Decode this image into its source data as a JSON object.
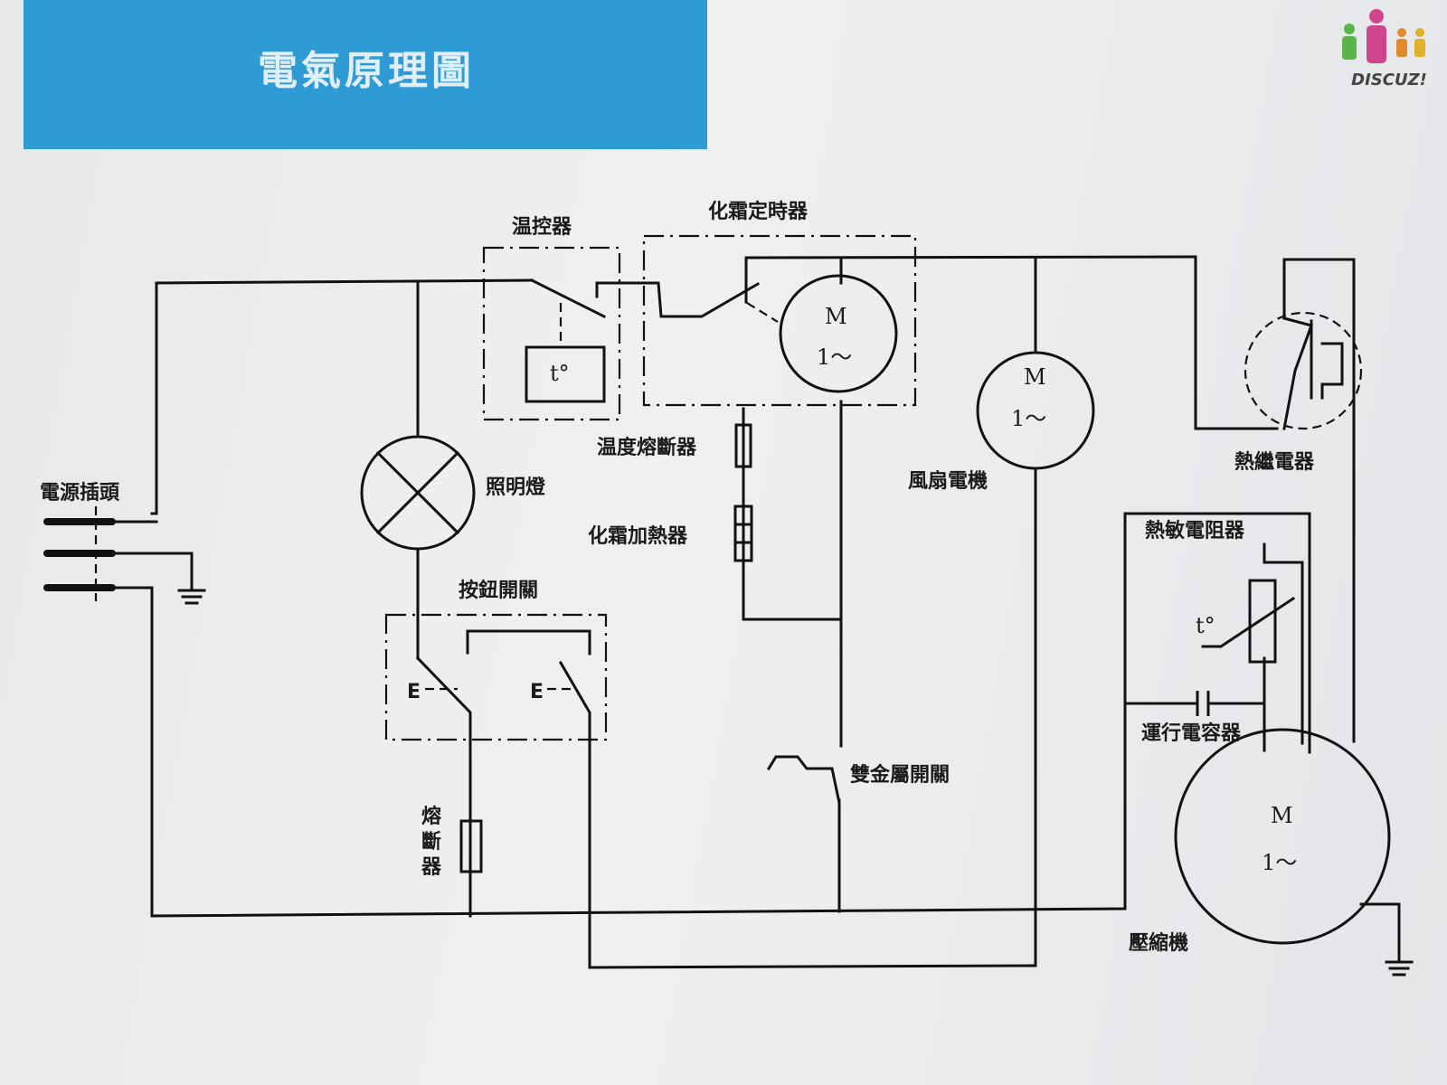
{
  "header": {
    "title": "電氣原理圖"
  },
  "logo": {
    "text": "DISCUZ!"
  },
  "labels": {
    "power_plug": "電源插頭",
    "thermostat": "温控器",
    "defrost_timer": "化霜定時器",
    "lamp": "照明燈",
    "thermal_fuse": "温度熔斷器",
    "defrost_heater": "化霜加熱器",
    "fan_motor": "風扇電機",
    "thermal_relay": "熱繼電器",
    "thermistor": "熱敏電阻器",
    "push_switch": "按鈕開關",
    "run_capacitor": "運行電容器",
    "bimetal_switch": "雙金屬開關",
    "fuse_1": "熔",
    "fuse_2": "斷",
    "fuse_3": "器",
    "compressor": "壓縮機"
  },
  "symbols": {
    "motor_m": "M",
    "motor_phase": "1～",
    "temp": "t°",
    "switch_e": "E"
  },
  "colors": {
    "banner": "#2e9bd4",
    "ink": "#111111"
  }
}
